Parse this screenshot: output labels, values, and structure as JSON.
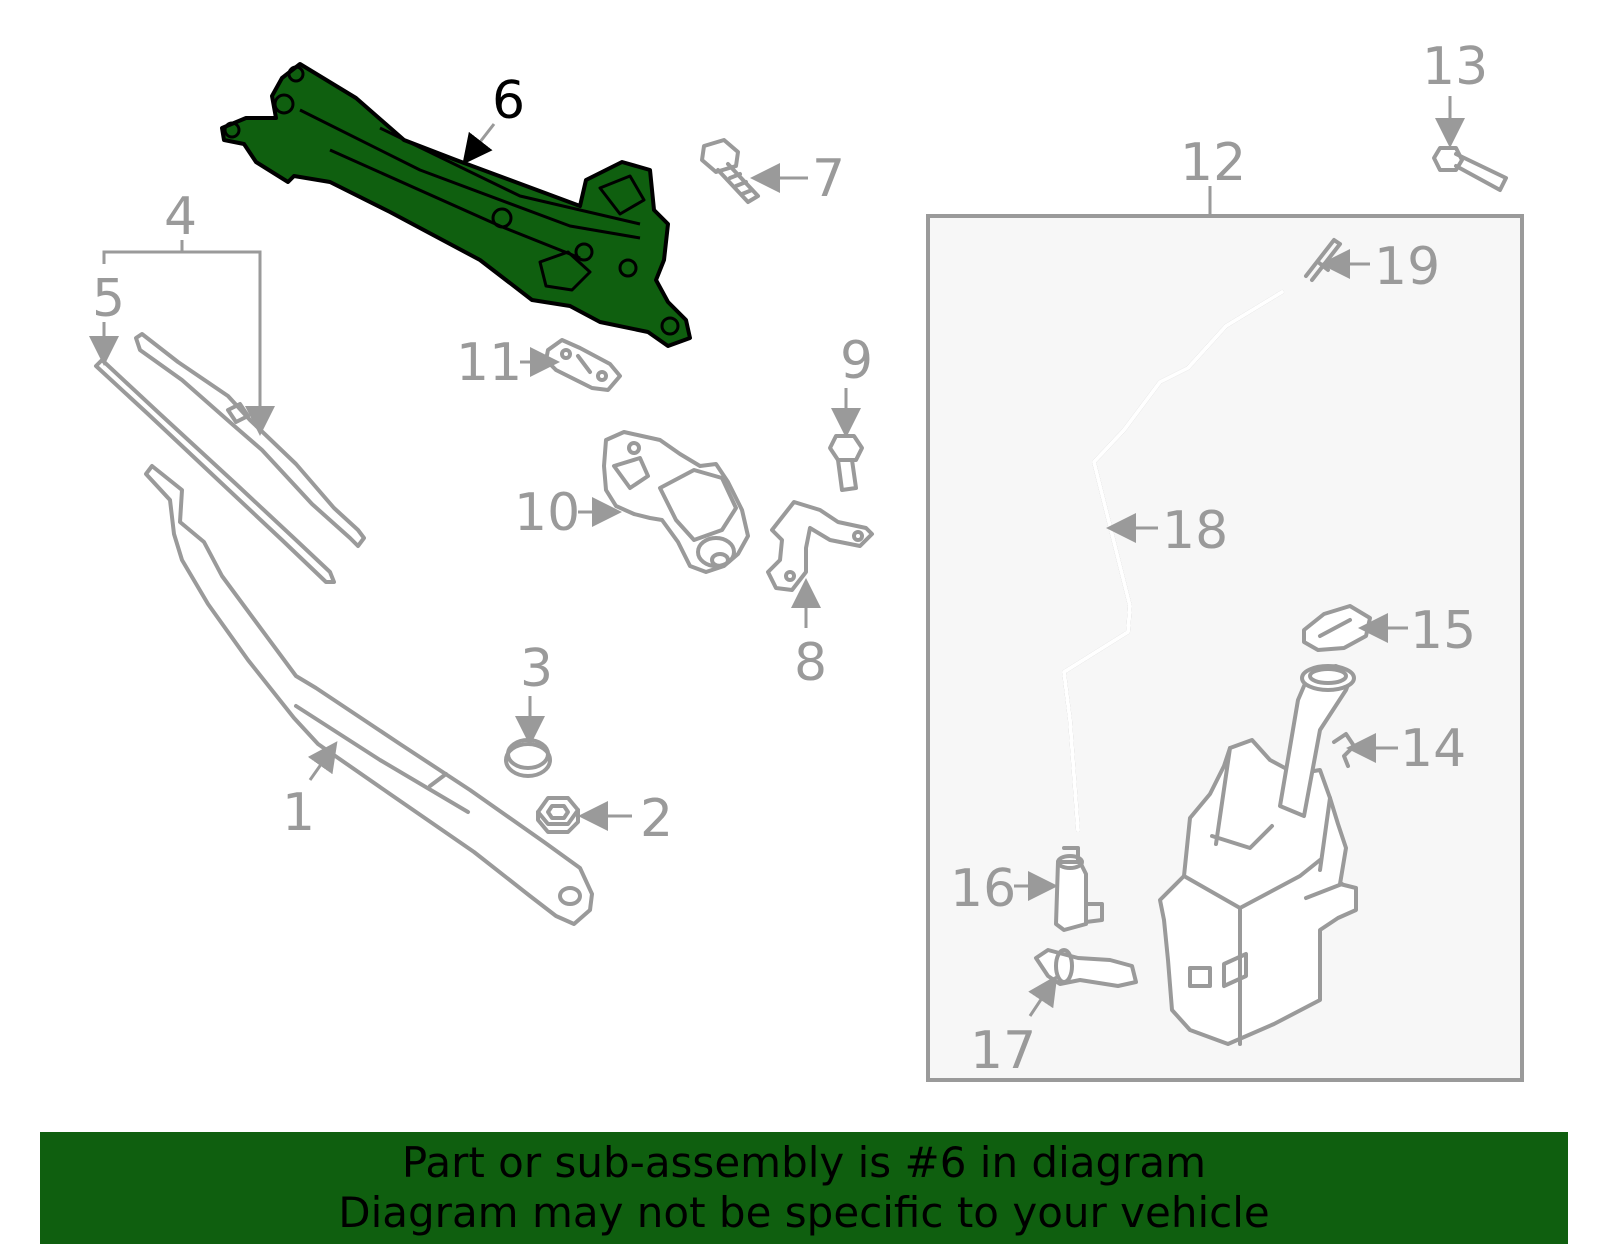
{
  "labels": {
    "p1": "1",
    "p2": "2",
    "p3": "3",
    "p4": "4",
    "p5": "5",
    "p6": "6",
    "p7": "7",
    "p8": "8",
    "p9": "9",
    "p10": "10",
    "p11": "11",
    "p12": "12",
    "p13": "13",
    "p14": "14",
    "p15": "15",
    "p16": "16",
    "p17": "17",
    "p18": "18",
    "p19": "19"
  },
  "highlighted_part": "6",
  "colors": {
    "highlight": "#0f5f0f",
    "part_stroke": "#9a9a9a",
    "banner": "#0f5f0f"
  },
  "banner": {
    "line1": "Part or sub-assembly is #6 in diagram",
    "line2": "Diagram may not be specific to your vehicle"
  }
}
